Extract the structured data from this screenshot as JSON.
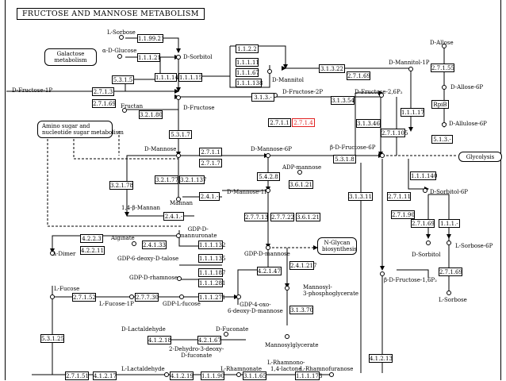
{
  "title": "FRUCTOSE AND MANNOSE METABOLISM",
  "maps": {
    "galactose": "Galactose\nmetabolism",
    "amino_sugar": "Amino sugar and\nnucleotide sugar metabolism",
    "glycolysis": "Glycolysis",
    "nglycan": "N-Glycan\nbiosynthesis"
  },
  "compounds": {
    "l_sorbose_top": "L-Sorbose",
    "a_d_glucose": "α-D-Glucose",
    "d_sorbitol_top": "D-Sorbitol",
    "d_allose": "D-Allose",
    "d_mannitol_1p": "D-Mannitol-1P",
    "d_mannitol": "D-Mannitol",
    "d_fructose_1p": "D-Fructose-1P",
    "d_allose_6p": "D-Allose-6P",
    "d_fructose_2p": "D-Fructose-2P",
    "d_fructose_26p2": "D-Fructose-2,6P₂",
    "fructan": "Fructan",
    "d_fructose": "D-Fructose",
    "d_allulose_6p": "D-Allulose-6P",
    "d_mannose": "D-Mannose",
    "d_mannose_6p": "D-Mannose-6P",
    "b_d_fructose_6p": "β-D-Fructose-6P",
    "adp_mannose": "ADP-mannose",
    "d_mannose_1p": "D-Mannose-1P",
    "d_sorbitol_6p": "D-Sorbitol-6P",
    "mannan": "Mannan",
    "b14_mannan": "1,4-β-Mannan",
    "gdp_d_mannuronate": "GDP-D-\nmannuronate",
    "alginate": "Alginate",
    "delta_dimer": "Δ-Dimer",
    "gdp_6_deoxy_talose": "GDP-6-deoxy-D-talose",
    "gdp_d_rhamnose": "GDP-D-rhamnose",
    "gdp_d_mannose": "GDP-D-mannose",
    "d_sorbitol_right": "D-Sorbitol",
    "l_sorbose_6p": "L-Sorbose-6P",
    "mannosyl_3pg": "Mannosyl-\n3-phosphoglycerate",
    "b_d_fructose_16p2": "β-D-Fructose-1,6P₂",
    "l_fucose": "L-Fucose",
    "l_fucose_1p": "L-Fucose-1P",
    "gdp_l_fucose": "GDP-L-fucose",
    "gdp_4_oxo": "GDP-4-oxo-\n6-deoxy-D-mannose",
    "l_sorbose_right": "L-Sorbose",
    "d_lactaldehyde": "D-Lactaldehyde",
    "d_fuconate": "D-Fuconate",
    "dehydro_fuconate": "2-Dehydro-3-deoxy-\nD-fuconate",
    "mannosylglycerate": "Mannosylglycerate",
    "l_lactaldehyde": "L-Lactaldehyde",
    "l_rhamnonate": "L-Rhamnonate",
    "l_rhamnono_lactone": "L-Rhamnono-\n1,4-lactone",
    "l_rhamnofuranose": "L-Rhamnofuranose"
  },
  "enzymes": {
    "e1_1_99_21": "1.1.99.21",
    "e1_1_1_21": "1.1.1.21",
    "e1_1_1_14": "1.1.1.14",
    "e1_1_1_15": "1.1.1.15",
    "e5_3_1_5": "5.3.1.5",
    "e1_1_2_2": "1.1.2.2",
    "e1_1_1_11": "1.1.1.11",
    "e1_1_1_67": "1.1.1.67",
    "e1_1_1_138": "1.1.1.138",
    "e3_1_3_22": "3.1.3.22",
    "e2_7_1_69_a": "2.7.1.69",
    "e2_7_1_55": "2.7.1.55",
    "e2_7_1_3": "2.7.1.3",
    "e2_7_1_69_b": "2.7.1.69",
    "e3_1_3_dash": "3.1.3.-",
    "e3_1_3_54": "3.1.3.54",
    "e1_1_1_17": "1.1.1.17",
    "e_rpib": "RpiB",
    "e3_2_1_80": "3.2.1.80",
    "e2_7_1_1_a": "2.7.1.1",
    "e2_7_1_4_red": "2.7.1.4",
    "e3_1_3_46": "3.1.3.46",
    "e2_7_1_105": "2.7.1.105",
    "e5_1_3_dash": "5.1.3.-",
    "e5_3_1_7": "5.3.1.7",
    "e2_7_1_1_b": "2.7.1.1",
    "e2_7_1_7": "2.7.1.7",
    "e5_3_1_8": "5.3.1.8",
    "e1_1_1_140": "1.1.1.140",
    "e3_2_1_78": "3.2.1.78",
    "e3_2_1_77": "3.2.1.77",
    "e3_2_1_137": "3.2.1.137",
    "e5_4_2_8": "5.4.2.8",
    "e3_6_1_21_a": "3.6.1.21",
    "e2_4_1_dash_a": "2.4.1.-",
    "e3_1_3_11": "3.1.3.11",
    "e2_7_1_11": "2.7.1.11",
    "e2_4_1_dash_b": "2.4.1.-",
    "e2_7_7_13": "2.7.7.13",
    "e2_7_7_22": "2.7.7.22",
    "e3_6_1_21_b": "3.6.1.21",
    "e2_7_1_90": "2.7.1.90",
    "e2_7_1_69_c": "2.7.1.69",
    "e1_1_1_dash": "1.1.1.-",
    "e4_2_2_3": "4.2.2.3",
    "e4_2_2_11": "4.2.2.11",
    "e2_4_1_33": "2.4.1.33",
    "e1_1_1_132": "1.1.1.132",
    "e1_1_1_135": "1.1.1.135",
    "e1_1_1_187": "1.1.1.187",
    "e1_1_1_281": "1.1.1.281",
    "e1_1_1_271": "1.1.1.271",
    "e4_2_1_47": "4.2.1.47",
    "e2_4_1_217": "2.4.1.217",
    "e2_7_1_69_d": "2.7.1.69",
    "e2_7_1_52": "2.7.1.52",
    "e2_7_7_30": "2.7.7.30",
    "e3_1_3_70": "3.1.3.70",
    "e5_3_1_25": "5.3.1.25",
    "e4_1_2_18": "4.1.2.18",
    "e4_2_1_67": "4.2.1.67",
    "e4_1_2_13": "4.1.2.13",
    "e2_7_1_51": "2.7.1.51",
    "e4_1_2_17": "4.1.2.17",
    "e4_1_2_19": "4.1.2.19",
    "e1_1_1_90": "1.1.1.90",
    "e3_1_1_65": "3.1.1.65",
    "e1_1_1_173": "1.1.1.173"
  }
}
